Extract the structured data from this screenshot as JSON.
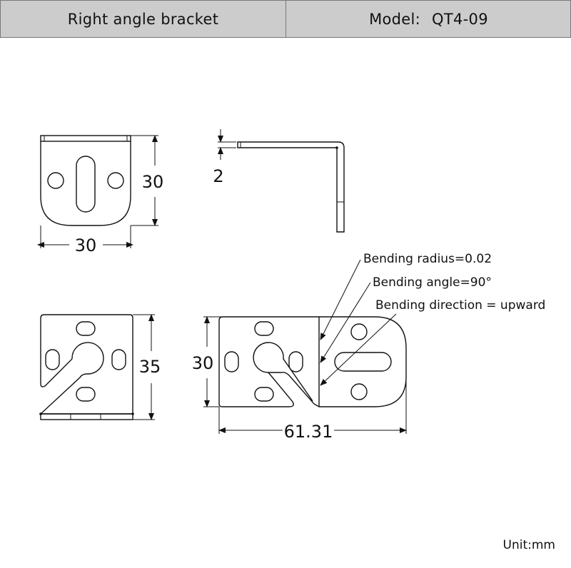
{
  "header": {
    "product_name": "Right angle bracket",
    "model_label": "Model:",
    "model_value": "QT4-09"
  },
  "views": {
    "front_view": {
      "width_dim": "30",
      "height_dim": "30"
    },
    "side_view": {
      "thickness_dim": "2"
    },
    "bottom_left_view": {
      "height_dim": "35"
    },
    "flat_pattern": {
      "height_dim": "30",
      "length_dim": "61.31"
    }
  },
  "notes": {
    "bending_radius": "Bending radius=0.02",
    "bending_angle": "Bending angle=90°",
    "bending_direction": "Bending direction = upward"
  },
  "unit_label": "Unit:mm",
  "colors": {
    "header_bg": "#cccccc",
    "line": "#111111"
  }
}
